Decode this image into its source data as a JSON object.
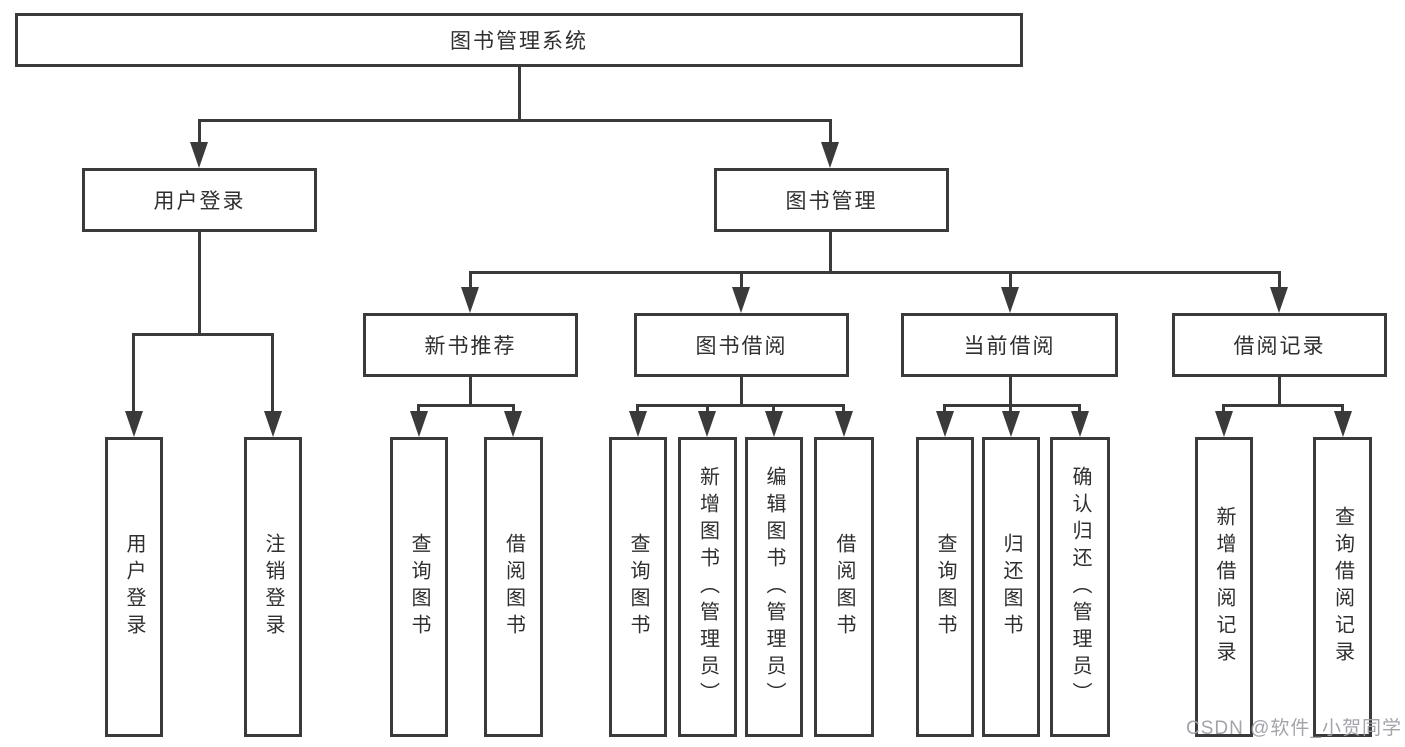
{
  "colors": {
    "line": "#3a3a3a",
    "text": "#2f2f2f",
    "background": "#ffffff",
    "watermark": "#9e9ea6"
  },
  "tree": {
    "label": "图书管理系统",
    "children": [
      {
        "label": "用户登录",
        "children": [
          {
            "label": "用户登录"
          },
          {
            "label": "注销登录"
          }
        ]
      },
      {
        "label": "图书管理",
        "children": [
          {
            "label": "新书推荐",
            "children": [
              {
                "label": "查询图书"
              },
              {
                "label": "借阅图书"
              }
            ]
          },
          {
            "label": "图书借阅",
            "children": [
              {
                "label": "查询图书"
              },
              {
                "label": "新增图书（管理员）"
              },
              {
                "label": "编辑图书（管理员）"
              },
              {
                "label": "借阅图书"
              }
            ]
          },
          {
            "label": "当前借阅",
            "children": [
              {
                "label": "查询图书"
              },
              {
                "label": "归还图书"
              },
              {
                "label": "确认归还（管理员）"
              }
            ]
          },
          {
            "label": "借阅记录",
            "children": [
              {
                "label": "新增借阅记录"
              },
              {
                "label": "查询借阅记录"
              }
            ]
          }
        ]
      }
    ]
  },
  "watermark": {
    "text": "CSDN @软件_小贺同学"
  }
}
